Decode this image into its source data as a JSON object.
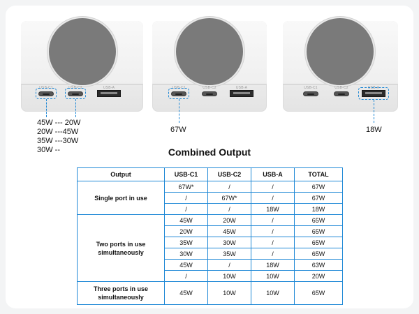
{
  "devices": [
    {
      "ports": [
        {
          "label": "USB-C1"
        },
        {
          "label": "USB-C2"
        },
        {
          "label": "USB-A"
        }
      ]
    },
    {
      "ports": [
        {
          "label": "USB-C1"
        },
        {
          "label": "USB-C2"
        },
        {
          "label": "USB-A"
        }
      ]
    },
    {
      "ports": [
        {
          "label": "USB-C1"
        },
        {
          "label": "USB-C2"
        },
        {
          "label": "USB-A"
        }
      ]
    }
  ],
  "callouts": {
    "left_lines": [
      "45W --- 20W",
      "20W ---45W",
      "35W ---30W",
      "30W --"
    ],
    "middle": "67W",
    "right": "18W"
  },
  "highlight_color": "#1e88d6",
  "table": {
    "title": "Combined Output",
    "headers": [
      "Output",
      "USB-C1",
      "USB-C2",
      "USB-A",
      "TOTAL"
    ],
    "groups": [
      {
        "label": "Single port in use",
        "rows": [
          [
            "67W*",
            "/",
            "/",
            "67W"
          ],
          [
            "/",
            "67W*",
            "/",
            "67W"
          ],
          [
            "/",
            "/",
            "18W",
            "18W"
          ]
        ]
      },
      {
        "label": "Two ports in use simultaneously",
        "rows": [
          [
            "45W",
            "20W",
            "/",
            "65W"
          ],
          [
            "20W",
            "45W",
            "/",
            "65W"
          ],
          [
            "35W",
            "30W",
            "/",
            "65W"
          ],
          [
            "30W",
            "35W",
            "/",
            "65W"
          ],
          [
            "45W",
            "/",
            "18W",
            "63W"
          ],
          [
            "/",
            "10W",
            "10W",
            "20W"
          ]
        ]
      },
      {
        "label": "Three ports in use simultaneously",
        "rows": [
          [
            "45W",
            "10W",
            "10W",
            "65W"
          ]
        ]
      }
    ]
  }
}
